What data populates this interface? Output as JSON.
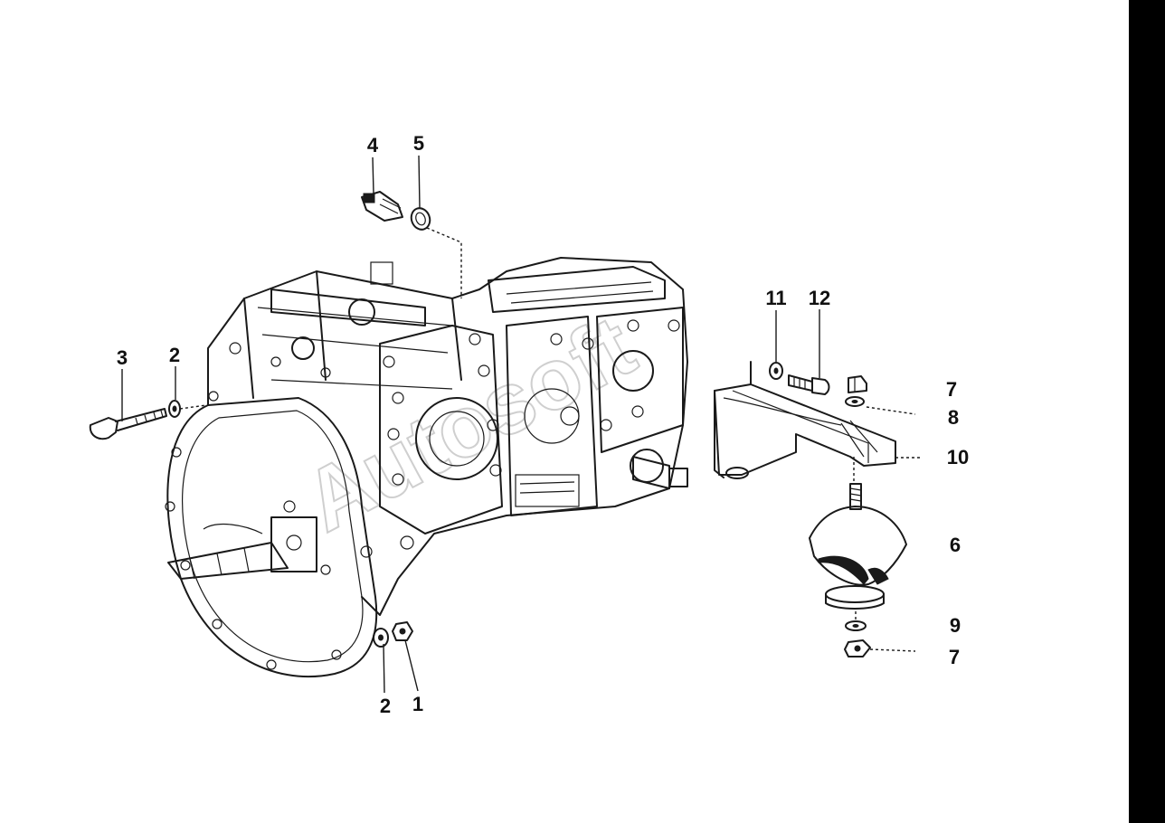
{
  "watermark": "Autosoft",
  "colors": {
    "line": "#1a1a1a",
    "background": "#ffffff",
    "border": "#000000",
    "watermark": "#cfcfcf"
  },
  "callouts": [
    {
      "id": "c1",
      "label": "1"
    },
    {
      "id": "c2a",
      "label": "2"
    },
    {
      "id": "c2b",
      "label": "2"
    },
    {
      "id": "c3",
      "label": "3"
    },
    {
      "id": "c4",
      "label": "4"
    },
    {
      "id": "c5",
      "label": "5"
    },
    {
      "id": "c6",
      "label": "6"
    },
    {
      "id": "c7a",
      "label": "7"
    },
    {
      "id": "c7b",
      "label": "7"
    },
    {
      "id": "c8",
      "label": "8"
    },
    {
      "id": "c9",
      "label": "9"
    },
    {
      "id": "c10",
      "label": "10"
    },
    {
      "id": "c11",
      "label": "11"
    },
    {
      "id": "c12",
      "label": "12"
    }
  ]
}
